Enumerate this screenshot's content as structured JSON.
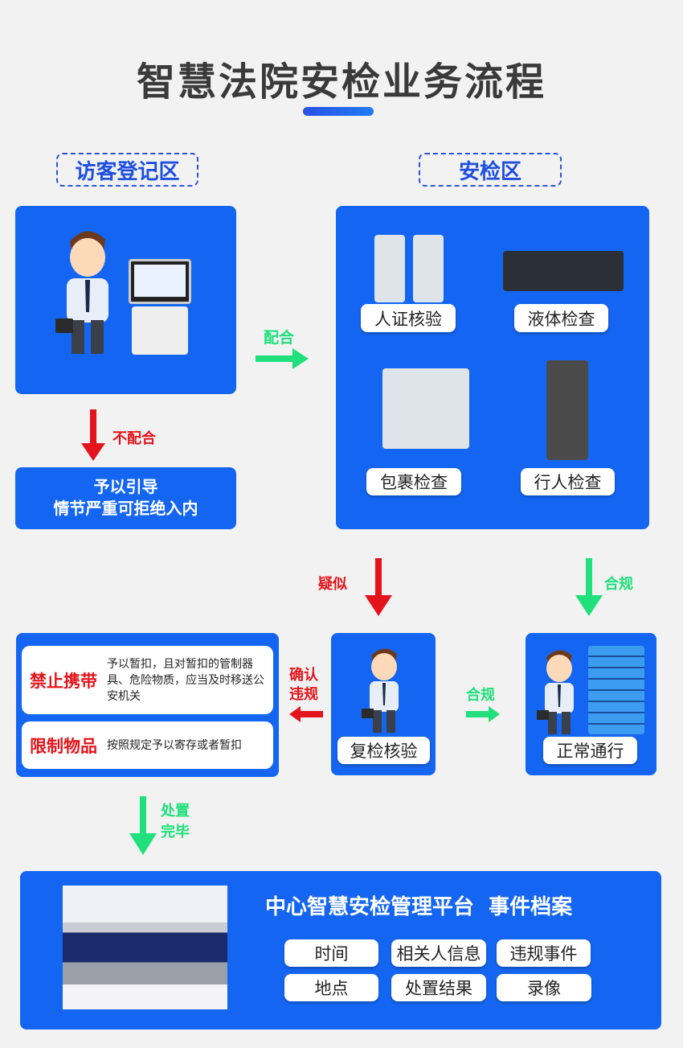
{
  "title": "智慧法院安检业务流程",
  "zones": {
    "visitor": "访客登记区",
    "security": "安检区"
  },
  "arrows": {
    "cooperate": "配合",
    "not_cooperate": "不配合",
    "suspect": "疑似",
    "compliant_1": "合规",
    "confirm_violation": "确认违规",
    "compliant_2": "合规",
    "disposal_done": "处置完毕"
  },
  "guide_box": {
    "line1": "予以引导",
    "line2": "情节严重可拒绝入内"
  },
  "security_checks": [
    "人证核验",
    "液体检查",
    "包裹检查",
    "行人检查"
  ],
  "violations": [
    {
      "label": "禁止携带",
      "desc": "予以暂扣，且对暂扣的管制器具、危险物质，应当及时移送公安机关"
    },
    {
      "label": "限制物品",
      "desc": "按照规定予以寄存或者暂扣"
    }
  ],
  "recheck": "复检核验",
  "normal_pass": "正常通行",
  "platform": {
    "title": "中心智慧安检管理平台  事件档案",
    "items": [
      "时间",
      "相关人信息",
      "违规事件",
      "地点",
      "处置结果",
      "录像"
    ]
  },
  "colors": {
    "primary": "#1466f2",
    "danger": "#e3141b",
    "success": "#1fe07a",
    "background": "#f2f2f2"
  }
}
